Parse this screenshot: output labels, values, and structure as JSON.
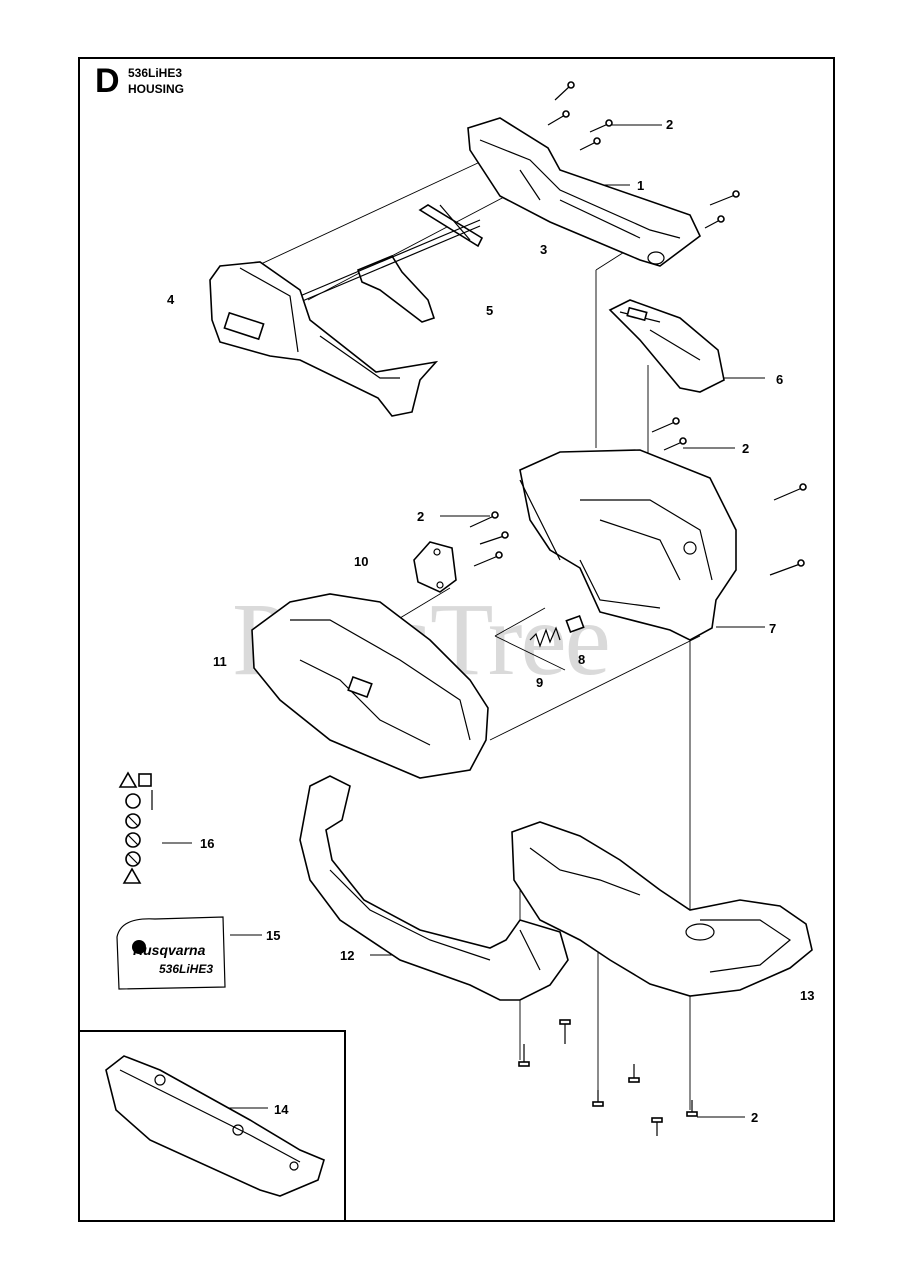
{
  "header": {
    "section_letter": "D",
    "model": "536LiHE3",
    "title": "HOUSING"
  },
  "watermark": "PartsTree",
  "decal": {
    "brand": "Husqvarna",
    "model": "536LiHE3"
  },
  "callouts": [
    {
      "id": "c1",
      "label": "1"
    },
    {
      "id": "c2a",
      "label": "2"
    },
    {
      "id": "c2b",
      "label": "2"
    },
    {
      "id": "c2c",
      "label": "2"
    },
    {
      "id": "c2d",
      "label": "2"
    },
    {
      "id": "c3",
      "label": "3"
    },
    {
      "id": "c4",
      "label": "4"
    },
    {
      "id": "c5",
      "label": "5"
    },
    {
      "id": "c6",
      "label": "6"
    },
    {
      "id": "c7",
      "label": "7"
    },
    {
      "id": "c8",
      "label": "8"
    },
    {
      "id": "c9",
      "label": "9"
    },
    {
      "id": "c10",
      "label": "10"
    },
    {
      "id": "c11",
      "label": "11"
    },
    {
      "id": "c12",
      "label": "12"
    },
    {
      "id": "c13",
      "label": "13"
    },
    {
      "id": "c14",
      "label": "14"
    },
    {
      "id": "c15",
      "label": "15"
    },
    {
      "id": "c16",
      "label": "16"
    }
  ]
}
